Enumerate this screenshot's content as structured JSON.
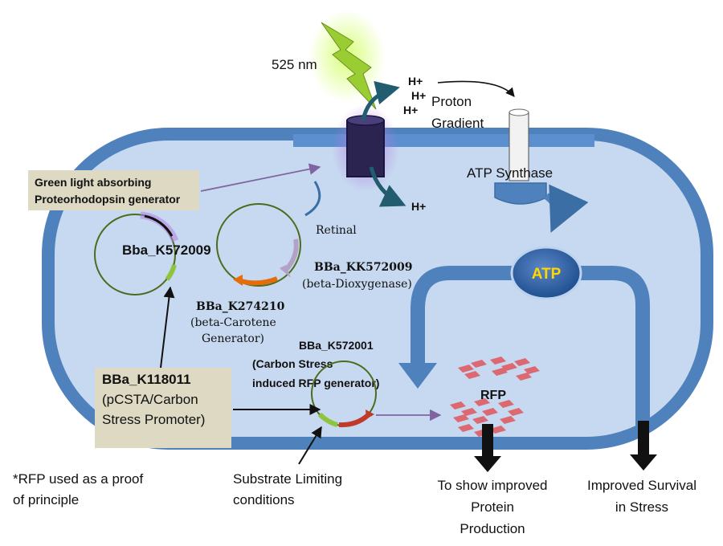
{
  "labels": {
    "wavelength": "525 nm",
    "h_plus": "H+",
    "proton_gradient": [
      "Proton",
      "Gradient"
    ],
    "atp_synthase": "ATP Synthase",
    "retinal": "Retinal",
    "green_box": [
      "Green light absorbing",
      "Proteorhodopsin generator"
    ],
    "bba_572009": "Bba_K572009",
    "kk572009": [
      "BBa_KK572009",
      "(beta-Dioxygenase)"
    ],
    "k274210": [
      "BBa_K274210",
      "(beta-Carotene",
      "Generator)"
    ],
    "k572001": [
      "BBa_K572001",
      "(Carbon Stress",
      "induced RFP generator)"
    ],
    "k118011": [
      "BBa_K118011",
      "(pCSTA/Carbon",
      "Stress Promoter)"
    ],
    "atp": "ATP",
    "rfp": "RFP",
    "rfp_note": [
      "*RFP used as a proof",
      "of principle"
    ],
    "substrate": [
      "Substrate Limiting",
      "conditions"
    ],
    "protein": [
      "To show improved",
      "Protein",
      "Production"
    ],
    "survival": [
      "Improved Survival",
      "in Stress"
    ]
  },
  "colors": {
    "cell_fill": "#c7d9f0",
    "membrane": "#4f81bd",
    "membrane_dark": "#3a6ea5",
    "note_box": "#ddd9c3",
    "lightning": "#9acd32",
    "rfp_red": "#e0565b",
    "orange_arrow": "#e46c0a",
    "lavender": "#b3a2c7"
  },
  "icons": [
    "lightning-icon",
    "atp-oval-icon",
    "rfp-protein-icon"
  ]
}
